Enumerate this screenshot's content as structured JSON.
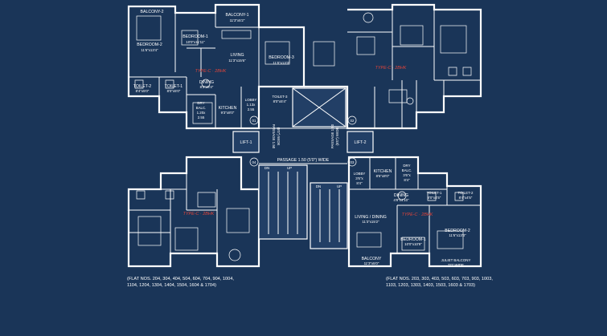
{
  "colors": {
    "background": "#1a3558",
    "lines": "#ffffff",
    "type_label": "#e0443a"
  },
  "rooms": {
    "balcony_2_tl": "BALCONY-2",
    "bedroom_2_tl": "BEDROOM-2",
    "bedroom_2_tl_dim": "11'6\"x13'4\"",
    "bedroom_1_tl": "BEDROOM-1",
    "bedroom_1_tl_dim": "10'0\"x11'11\"",
    "balcony_1_tl": "BALCONY-1",
    "balcony_1_tl_dim": "11'3\"x5'2\"",
    "living_tl": "LIVING",
    "living_tl_dim": "11'3\"x15'6\"",
    "bedroom_3_tl": "BEDROOM-3",
    "bedroom_3_tl_dim": "11'0\"x13'3\"",
    "toilet_2_tl": "TOILET-2",
    "toilet_2_tl_dim": "8'4\"x5'0\"",
    "toilet_1_tl": "TOILET-1",
    "toilet_1_tl_dim": "8'0\"x5'0\"",
    "dining_tl": "DINING",
    "dining_tl_dim": "8'2\"x8'4\"",
    "dry_balc_tl": "DRY",
    "dry_balc_tl_2": "BALC.",
    "dry_balc_tl_dim": "1.20x",
    "dry_balc_tl_dim2": "2.55",
    "kitchen_tl": "KITCHEN",
    "kitchen_tl_dim": "9'3\"x8'0\"",
    "lobby_tl": "LOBBY",
    "lobby_tl_dim": "1.13x",
    "lobby_tl_dim2": "2.55",
    "toilet_3_tl": "TOILET-3",
    "toilet_3_tl_dim": "8'0\"x5'4\"",
    "lift_1": "LIFT-1",
    "lift_2": "LIFT-2",
    "passage_h": "PASSAGE 1.50 (5'0\") WIDE",
    "passage_v_left": "PASSAGE 1.50",
    "passage_v_left_2": "(5'0\") WIDE",
    "passage_v_right": "PASSAGE 1.50",
    "passage_v_right_2": "(5'0\") WIDE",
    "dn": "DN",
    "up": "UP",
    "lobby_br": "LOBBY",
    "lobby_br_dim": "3'6\"x",
    "lobby_br_dim2": "8'4\"",
    "kitchen_br": "KITCHEN",
    "kitchen_br_dim": "8'6\"x8'0\"",
    "dry_balc_br": "DRY",
    "dry_balc_br_2": "BALC.",
    "dry_balc_br_dim": "3'6\"x",
    "dry_balc_br_dim2": "8'4\"",
    "dining_br": "DINING",
    "dining_br_dim": "4'8\"x4'10\"",
    "toilet_1_br": "TOILET-1",
    "toilet_1_br_dim": "8'0\"x4'5\"",
    "toilet_2_br": "TOILET-2",
    "toilet_2_br_dim": "8'4\"x4'5\"",
    "living_dining_br": "LIVING / DINING",
    "living_dining_br_dim": "11'3\"x15'2\"",
    "bedroom_1_br": "BEDROOM-1",
    "bedroom_1_br_dim": "10'0\"x10'9\"",
    "bedroom_2_br": "BEDROOM-2",
    "bedroom_2_br_dim": "11'6\"x13'3\"",
    "balcony_br": "BALCONY",
    "balcony_br_dim": "11'3\"x5'0\"",
    "juliet_balcony": "JULIET BALCONY",
    "juliet_balcony_dim": "2'0\" WIDE",
    "type_label": "TYPE-C · 2BHK",
    "marker_01": "01",
    "marker_02": "02",
    "marker_03": "03",
    "marker_04": "04"
  },
  "notes": {
    "left_line1": "(FLAT NOS. 204, 304, 404, 504, 604, 704, 904, 1004,",
    "left_line2": "1104, 1204, 1304, 1404, 1504, 1604 & 1704)",
    "right_line1": "(FLAT NOS. 203, 303, 403, 503, 603, 703, 903, 1003,",
    "right_line2": "1103, 1203, 1303, 1403, 1503, 1603 & 1703)"
  }
}
